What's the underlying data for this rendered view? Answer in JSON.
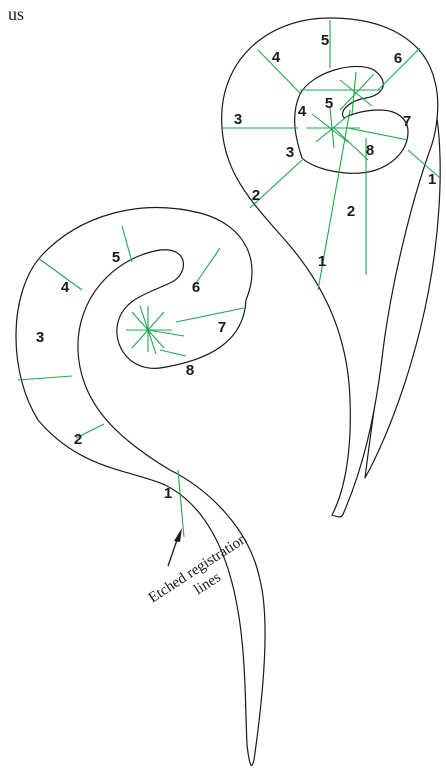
{
  "top_fragment": "us",
  "annotation": {
    "line1": "Etched registration",
    "line2": "lines"
  },
  "colors": {
    "outline": "#1a1a1a",
    "registration_lines": "#1fa84a"
  },
  "left_shape": {
    "segment_labels": [
      "1",
      "2",
      "3",
      "4",
      "5",
      "6",
      "7",
      "8"
    ]
  },
  "right_shape": {
    "segment_labels": [
      "1",
      "2",
      "1",
      "2",
      "3",
      "3",
      "4",
      "5",
      "4",
      "5",
      "6",
      "7",
      "8"
    ]
  }
}
